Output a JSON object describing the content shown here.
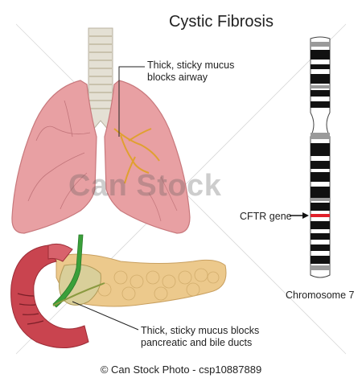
{
  "title": "Cystic Fibrosis",
  "labels": {
    "airway_line1": "Thick, sticky mucus",
    "airway_line2": "blocks airway",
    "duct_line1": "Thick, sticky mucus blocks",
    "duct_line2": "pancreatic and bile ducts",
    "cftr": "CFTR gene",
    "chromosome": "Chromosome 7"
  },
  "watermark": "Can Stock",
  "footer": "© Can Stock Photo - csp10887889",
  "colors": {
    "lung": "#e8a0a3",
    "lung_dark": "#c8787c",
    "trachea": "#e4e0d4",
    "mucus": "#e0a030",
    "pancreas": "#ecc98c",
    "duodenum": "#c9444f",
    "bile_duct": "#3aa03a",
    "gene_band": "#e0202a"
  }
}
